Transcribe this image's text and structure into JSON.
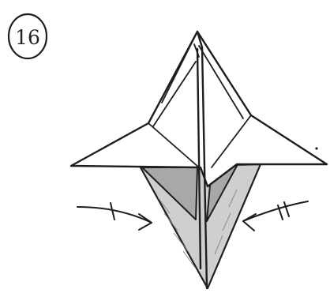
{
  "step": {
    "number": "16"
  },
  "colors": {
    "ink": "#1e1e1e",
    "paper": "#ffffff",
    "light_shade": "#cfcfcf",
    "dark_shade": "#a8a8a8"
  },
  "markers": {
    "left_arrow_ticks": 1,
    "right_arrow_ticks": 2
  },
  "icons": {
    "step_badge": "circled-number",
    "left_arrow": "curved-arrow-right",
    "right_arrow": "curved-arrow-left"
  }
}
